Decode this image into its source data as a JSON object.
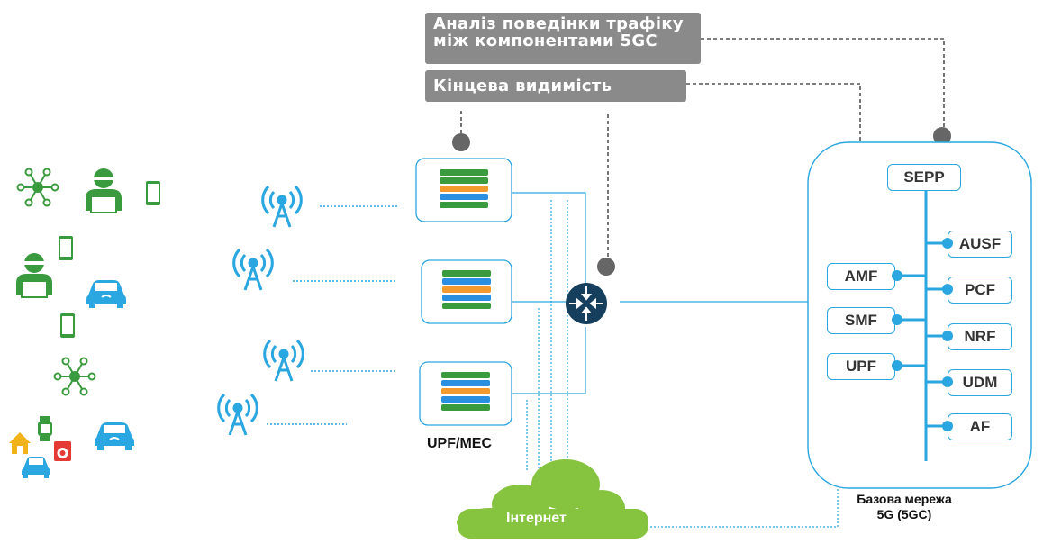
{
  "labels": {
    "traffic_analysis": "Аналіз поведінки трафіку між компонентами 5GC",
    "end_visibility": "Кінцева видимість",
    "upf_mec": "UPF/MEC",
    "internet": "Інтернет",
    "core_network": "Базова мережа 5G (5GC)"
  },
  "core_functions": {
    "top": "SEPP",
    "left": [
      "AMF",
      "SMF",
      "UPF"
    ],
    "right": [
      "AUSF",
      "PCF",
      "NRF",
      "UDM",
      "AF"
    ]
  },
  "colors": {
    "accent_blue": "#2aa6e0",
    "device_green": "#3a9a3e",
    "label_grey": "#8a8a8a",
    "router_navy": "#163f5e",
    "cloud_green": "#86c440",
    "server_orange": "#f29a2e",
    "server_blue": "#2a8fe0"
  }
}
